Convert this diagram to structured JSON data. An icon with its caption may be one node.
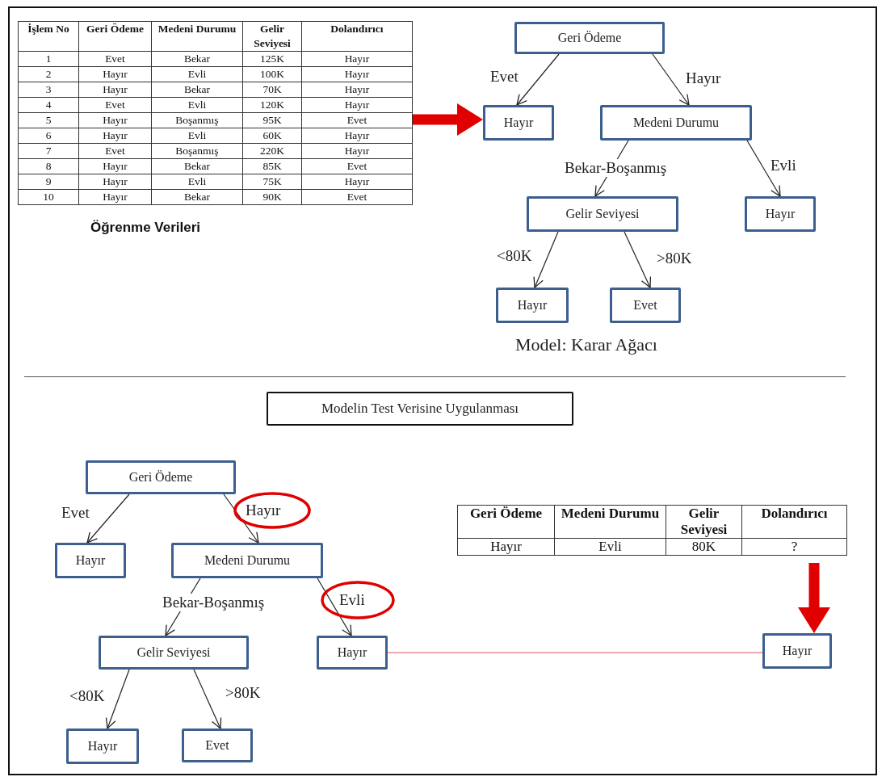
{
  "diagram": {
    "nodes": [
      {
        "text": [
          "Öğrenme Verileri"
        ]
      },
      {
        "text": [
          "Geri Ödeme"
        ]
      },
      {
        "text": [
          "Hayır"
        ]
      },
      {
        "text": [
          "Medeni Durumu"
        ]
      },
      {
        "text": [
          "Gelir Seviyesi"
        ]
      },
      {
        "text": [
          "Hayır"
        ]
      },
      {
        "text": [
          "Hayır"
        ]
      },
      {
        "text": [
          "Evet"
        ]
      },
      {
        "text": [
          "Modelin Test Verisine Uygulanması"
        ]
      },
      {
        "text": [
          "Geri Ödeme"
        ]
      },
      {
        "text": [
          "Hayır"
        ]
      },
      {
        "text": [
          "Medeni Durumu"
        ]
      },
      {
        "text": [
          "Gelir Seviyesi"
        ]
      },
      {
        "text": [
          "Hayır"
        ]
      },
      {
        "text": [
          "Hayır"
        ]
      },
      {
        "text": [
          "Evet"
        ]
      },
      {
        "text": [],
        "shape": "table"
      },
      {
        "text": [
          "Hayır"
        ]
      }
    ],
    "edges": [
      {
        "from": 0,
        "to": 2,
        "arrow": "to",
        "style": "thick",
        "color": "#e00000"
      },
      {
        "from": 1,
        "to": 2,
        "arrow": "to",
        "label": "Evet"
      },
      {
        "from": 1,
        "to": 3,
        "arrow": "to",
        "label": "Hayır"
      },
      {
        "from": 3,
        "to": 4,
        "arrow": "to",
        "label": "Bekar-Boşanmış"
      },
      {
        "from": 3,
        "to": 5,
        "arrow": "to",
        "label": "Evli"
      },
      {
        "from": 4,
        "to": 6,
        "arrow": "to",
        "label": "<80K"
      },
      {
        "from": 4,
        "to": 7,
        "arrow": "to",
        "label": ">80K"
      },
      {
        "from": 9,
        "to": 10,
        "arrow": "to",
        "label": "Evet"
      },
      {
        "from": 9,
        "to": 11,
        "arrow": "to",
        "label": "Hayır"
      },
      {
        "from": 11,
        "to": 12,
        "arrow": "to",
        "label": "Bekar-Boşanmış"
      },
      {
        "from": 11,
        "to": 13,
        "arrow": "to",
        "label": "Evli"
      },
      {
        "from": 12,
        "to": 14,
        "arrow": "to",
        "label": "<80K"
      },
      {
        "from": 12,
        "to": 15,
        "arrow": "to",
        "label": ">80K"
      },
      {
        "from": 16,
        "to": 17,
        "arrow": "to",
        "style": "thick",
        "color": "#e00000"
      },
      {
        "from": 13,
        "to": 17,
        "arrow": "none",
        "color": "#e05060"
      }
    ],
    "labels": [
      "İşlem No",
      "Geri Ödeme",
      "Medeni Durumu",
      "Gelir Seviyesi",
      "Dolandırıcı",
      "1",
      "Evet",
      "Bekar",
      "125K",
      "Hayır",
      "2",
      "Hayır",
      "Evli",
      "100K",
      "Hayır",
      "3",
      "Hayır",
      "Bekar",
      "70K",
      "Hayır",
      "4",
      "Evet",
      "Evli",
      "120K",
      "Hayır",
      "5",
      "Hayır",
      "Boşanmış",
      "95K",
      "Evet",
      "6",
      "Hayır",
      "Evli",
      "60K",
      "Hayır",
      "7",
      "Evet",
      "Boşanmış",
      "220K",
      "Hayır",
      "8",
      "Hayır",
      "Bekar",
      "85K",
      "Evet",
      "9",
      "Hayır",
      "Evli",
      "75K",
      "Hayır",
      "10",
      "Hayır",
      "Bekar",
      "90K",
      "Evet",
      "Model: Karar Ağacı",
      "Geri Ödeme",
      "Medeni Durumu",
      "Gelir Seviyesi",
      "Dolandırıcı",
      "Hayır",
      "Evli",
      "80K",
      "?"
    ]
  }
}
